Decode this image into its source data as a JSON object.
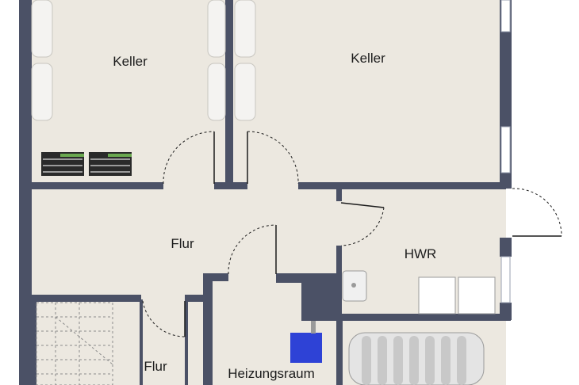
{
  "floorplan": {
    "rooms": [
      {
        "id": "keller-left",
        "label": "Keller"
      },
      {
        "id": "keller-right",
        "label": "Keller"
      },
      {
        "id": "flur-main",
        "label": "Flur"
      },
      {
        "id": "hwr",
        "label": "HWR"
      },
      {
        "id": "flur-lower",
        "label": "Flur"
      },
      {
        "id": "heizungsraum",
        "label": "Heizungsraum"
      }
    ]
  },
  "colors": {
    "floor": "#ece8e0",
    "wall": "#4b5166",
    "door_line": "#1c1c1c",
    "boiler": "#2e42d6"
  }
}
